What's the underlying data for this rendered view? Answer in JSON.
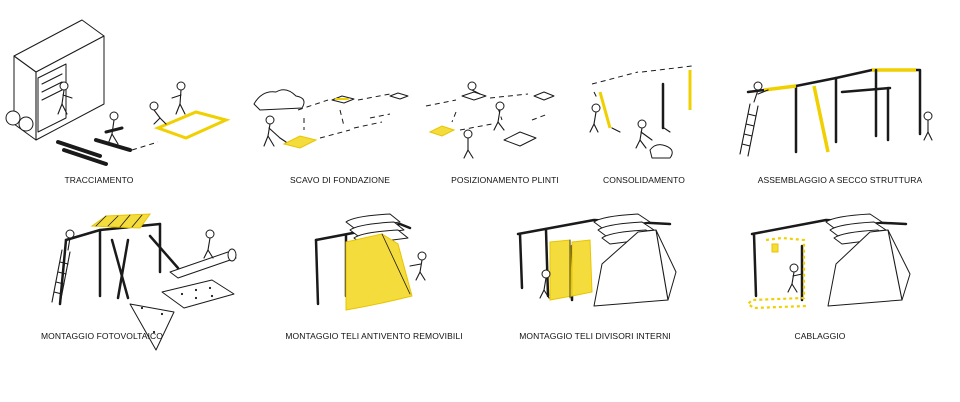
{
  "steps": [
    {
      "id": "tracciamento",
      "label": "TRACCIAMENTO"
    },
    {
      "id": "scavo",
      "label": "SCAVO DI FONDAZIONE"
    },
    {
      "id": "plinti",
      "label": "POSIZIONAMENTO PLINTI"
    },
    {
      "id": "consolidamento",
      "label": "CONSOLIDAMENTO"
    },
    {
      "id": "assemblaggio",
      "label": "ASSEMBLAGGIO A SECCO STRUTTURA"
    },
    {
      "id": "fotovoltaico",
      "label": "MONTAGGIO FOTOVOLTAICO"
    },
    {
      "id": "teli-antivento",
      "label": "MONTAGGIO TELI  ANTIVENTO REMOVIBILI"
    },
    {
      "id": "teli-divisori",
      "label": "MONTAGGIO TELI DIVISORI INTERNI"
    },
    {
      "id": "cablaggio",
      "label": "CABLAGGIO"
    }
  ],
  "colors": {
    "accent": "#f4dc3c",
    "line": "#1a1a1a",
    "background": "#ffffff"
  }
}
